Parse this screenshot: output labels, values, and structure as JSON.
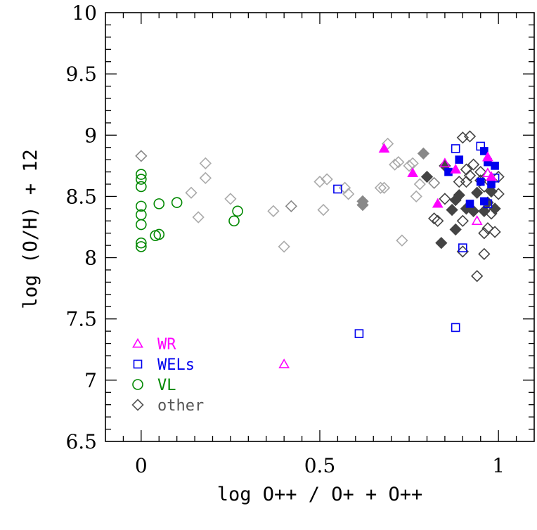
{
  "chart_data": {
    "type": "scatter",
    "title": "",
    "xlabel": "log O++ / O+ + O++",
    "ylabel": "log (O/H)  +  12",
    "xlim": [
      -0.1,
      1.1
    ],
    "ylim": [
      6.5,
      10
    ],
    "xticks": [
      {
        "v": 0,
        "label": "0"
      },
      {
        "v": 0.5,
        "label": "0.5"
      },
      {
        "v": 1,
        "label": "1"
      }
    ],
    "yticks": [
      {
        "v": 6.5,
        "label": "6.5"
      },
      {
        "v": 7,
        "label": "7"
      },
      {
        "v": 7.5,
        "label": "7.5"
      },
      {
        "v": 8,
        "label": "8"
      },
      {
        "v": 8.5,
        "label": "8.5"
      },
      {
        "v": 9,
        "label": "9"
      },
      {
        "v": 9.5,
        "label": "9.5"
      },
      {
        "v": 10,
        "label": "10"
      }
    ],
    "grid": false,
    "legend_position": "bottom-left",
    "series": [
      {
        "name": "WR",
        "marker": "triangle",
        "color": "#ff00ff",
        "points": [
          {
            "x": 0.4,
            "y": 7.13,
            "f": false
          },
          {
            "x": 0.94,
            "y": 8.3,
            "f": false
          },
          {
            "x": 0.85,
            "y": 8.77,
            "f": false
          },
          {
            "x": 0.97,
            "y": 8.69,
            "f": false
          },
          {
            "x": 0.68,
            "y": 8.89,
            "f": true
          },
          {
            "x": 0.76,
            "y": 8.69,
            "f": true
          },
          {
            "x": 0.83,
            "y": 8.44,
            "f": true
          },
          {
            "x": 0.88,
            "y": 8.72,
            "f": true
          },
          {
            "x": 0.97,
            "y": 8.82,
            "f": true
          },
          {
            "x": 0.98,
            "y": 8.66,
            "f": true
          }
        ]
      },
      {
        "name": "WELs",
        "marker": "square",
        "color": "#0000ee",
        "points": [
          {
            "x": 0.61,
            "y": 7.38,
            "f": false
          },
          {
            "x": 0.88,
            "y": 7.43,
            "f": false
          },
          {
            "x": 0.55,
            "y": 8.56,
            "f": false
          },
          {
            "x": 0.9,
            "y": 8.08,
            "f": false
          },
          {
            "x": 0.88,
            "y": 8.89,
            "f": false
          },
          {
            "x": 0.95,
            "y": 8.91,
            "f": false
          },
          {
            "x": 0.97,
            "y": 8.44,
            "f": false
          },
          {
            "x": 0.99,
            "y": 8.65,
            "f": false
          },
          {
            "x": 0.86,
            "y": 8.7,
            "f": true
          },
          {
            "x": 0.89,
            "y": 8.8,
            "f": true
          },
          {
            "x": 0.92,
            "y": 8.44,
            "f": true
          },
          {
            "x": 0.96,
            "y": 8.87,
            "f": true
          },
          {
            "x": 0.97,
            "y": 8.78,
            "f": true
          },
          {
            "x": 0.99,
            "y": 8.75,
            "f": true
          },
          {
            "x": 0.95,
            "y": 8.62,
            "f": true
          },
          {
            "x": 0.96,
            "y": 8.46,
            "f": true
          },
          {
            "x": 0.98,
            "y": 8.6,
            "f": true
          }
        ]
      },
      {
        "name": "VL",
        "marker": "circle",
        "color": "#008800",
        "points": [
          {
            "x": 0.0,
            "y": 8.68,
            "f": false
          },
          {
            "x": 0.0,
            "y": 8.64,
            "f": false
          },
          {
            "x": 0.0,
            "y": 8.58,
            "f": false
          },
          {
            "x": 0.0,
            "y": 8.42,
            "f": false
          },
          {
            "x": 0.0,
            "y": 8.35,
            "f": false
          },
          {
            "x": 0.0,
            "y": 8.27,
            "f": false
          },
          {
            "x": 0.0,
            "y": 8.12,
            "f": false
          },
          {
            "x": 0.0,
            "y": 8.09,
            "f": false
          },
          {
            "x": 0.04,
            "y": 8.18,
            "f": false
          },
          {
            "x": 0.05,
            "y": 8.19,
            "f": false
          },
          {
            "x": 0.05,
            "y": 8.44,
            "f": false
          },
          {
            "x": 0.1,
            "y": 8.45,
            "f": false
          },
          {
            "x": 0.26,
            "y": 8.3,
            "f": false
          },
          {
            "x": 0.27,
            "y": 8.38,
            "f": false
          }
        ]
      },
      {
        "name": "other",
        "marker": "diamond",
        "color": "#555555",
        "points": [
          {
            "x": 0.0,
            "y": 8.83,
            "t": "mid",
            "f": false
          },
          {
            "x": 0.14,
            "y": 8.53,
            "t": "light",
            "f": false
          },
          {
            "x": 0.16,
            "y": 8.33,
            "t": "light",
            "f": false
          },
          {
            "x": 0.18,
            "y": 8.77,
            "t": "light",
            "f": false
          },
          {
            "x": 0.18,
            "y": 8.65,
            "t": "light",
            "f": false
          },
          {
            "x": 0.25,
            "y": 8.48,
            "t": "light",
            "f": false
          },
          {
            "x": 0.37,
            "y": 8.38,
            "t": "light",
            "f": false
          },
          {
            "x": 0.4,
            "y": 8.09,
            "t": "light",
            "f": false
          },
          {
            "x": 0.42,
            "y": 8.42,
            "t": "mid",
            "f": false
          },
          {
            "x": 0.5,
            "y": 8.62,
            "t": "light",
            "f": false
          },
          {
            "x": 0.51,
            "y": 8.39,
            "t": "light",
            "f": false
          },
          {
            "x": 0.52,
            "y": 8.64,
            "t": "light",
            "f": false
          },
          {
            "x": 0.57,
            "y": 8.57,
            "t": "light",
            "f": false
          },
          {
            "x": 0.58,
            "y": 8.52,
            "t": "light",
            "f": false
          },
          {
            "x": 0.62,
            "y": 8.46,
            "t": "mid",
            "f": true
          },
          {
            "x": 0.62,
            "y": 8.43,
            "t": "mid",
            "f": true
          },
          {
            "x": 0.67,
            "y": 8.57,
            "t": "light",
            "f": false
          },
          {
            "x": 0.68,
            "y": 8.57,
            "t": "light",
            "f": false
          },
          {
            "x": 0.69,
            "y": 8.93,
            "t": "light",
            "f": false
          },
          {
            "x": 0.71,
            "y": 8.76,
            "t": "light",
            "f": false
          },
          {
            "x": 0.72,
            "y": 8.78,
            "t": "light",
            "f": false
          },
          {
            "x": 0.73,
            "y": 8.14,
            "t": "light",
            "f": false
          },
          {
            "x": 0.75,
            "y": 8.75,
            "t": "light",
            "f": false
          },
          {
            "x": 0.76,
            "y": 8.77,
            "t": "light",
            "f": false
          },
          {
            "x": 0.77,
            "y": 8.5,
            "t": "light",
            "f": false
          },
          {
            "x": 0.78,
            "y": 8.6,
            "t": "light",
            "f": false
          },
          {
            "x": 0.79,
            "y": 8.85,
            "t": "mid",
            "f": true
          },
          {
            "x": 0.8,
            "y": 8.66,
            "t": "dark",
            "f": true
          },
          {
            "x": 0.82,
            "y": 8.61,
            "t": "mid",
            "f": false
          },
          {
            "x": 0.82,
            "y": 8.32,
            "t": "dark",
            "f": false
          },
          {
            "x": 0.83,
            "y": 8.3,
            "t": "dark",
            "f": false
          },
          {
            "x": 0.84,
            "y": 8.12,
            "t": "dark",
            "f": true
          },
          {
            "x": 0.85,
            "y": 8.75,
            "t": "dark",
            "f": true
          },
          {
            "x": 0.85,
            "y": 8.48,
            "t": "dark",
            "f": false
          },
          {
            "x": 0.87,
            "y": 8.39,
            "t": "dark",
            "f": true
          },
          {
            "x": 0.88,
            "y": 8.23,
            "t": "dark",
            "f": true
          },
          {
            "x": 0.88,
            "y": 8.47,
            "t": "dark",
            "f": true
          },
          {
            "x": 0.89,
            "y": 8.62,
            "t": "dark",
            "f": false
          },
          {
            "x": 0.89,
            "y": 8.51,
            "t": "dark",
            "f": true
          },
          {
            "x": 0.9,
            "y": 8.98,
            "t": "dark",
            "f": false
          },
          {
            "x": 0.9,
            "y": 8.05,
            "t": "dark",
            "f": false
          },
          {
            "x": 0.9,
            "y": 8.3,
            "t": "dark",
            "f": false
          },
          {
            "x": 0.91,
            "y": 8.4,
            "t": "dark",
            "f": true
          },
          {
            "x": 0.91,
            "y": 8.72,
            "t": "dark",
            "f": false
          },
          {
            "x": 0.91,
            "y": 8.62,
            "t": "dark",
            "f": false
          },
          {
            "x": 0.92,
            "y": 8.99,
            "t": "dark",
            "f": false
          },
          {
            "x": 0.92,
            "y": 8.67,
            "t": "dark",
            "f": false
          },
          {
            "x": 0.93,
            "y": 8.76,
            "t": "dark",
            "f": false
          },
          {
            "x": 0.93,
            "y": 8.38,
            "t": "dark",
            "f": true
          },
          {
            "x": 0.94,
            "y": 7.85,
            "t": "dark",
            "f": false
          },
          {
            "x": 0.94,
            "y": 8.53,
            "t": "dark",
            "f": true
          },
          {
            "x": 0.95,
            "y": 8.7,
            "t": "dark",
            "f": false
          },
          {
            "x": 0.95,
            "y": 8.63,
            "t": "dark",
            "f": false
          },
          {
            "x": 0.96,
            "y": 8.38,
            "t": "dark",
            "f": true
          },
          {
            "x": 0.96,
            "y": 8.2,
            "t": "dark",
            "f": false
          },
          {
            "x": 0.96,
            "y": 8.03,
            "t": "dark",
            "f": false
          },
          {
            "x": 0.97,
            "y": 8.45,
            "t": "dark",
            "f": true
          },
          {
            "x": 0.98,
            "y": 8.36,
            "t": "dark",
            "f": false
          },
          {
            "x": 0.98,
            "y": 8.54,
            "t": "dark",
            "f": true
          },
          {
            "x": 0.99,
            "y": 8.21,
            "t": "dark",
            "f": false
          },
          {
            "x": 0.99,
            "y": 8.4,
            "t": "dark",
            "f": true
          },
          {
            "x": 1.0,
            "y": 8.52,
            "t": "dark",
            "f": false
          },
          {
            "x": 1.0,
            "y": 8.66,
            "t": "dark",
            "f": false
          },
          {
            "x": 0.96,
            "y": 8.58,
            "t": "dark",
            "f": false
          },
          {
            "x": 0.97,
            "y": 8.24,
            "t": "dark",
            "f": false
          }
        ]
      }
    ]
  },
  "colors": {
    "diamond_dark": "#444444",
    "diamond_mid": "#888888",
    "diamond_light": "#aaaaaa",
    "legend_other": "#555555"
  }
}
